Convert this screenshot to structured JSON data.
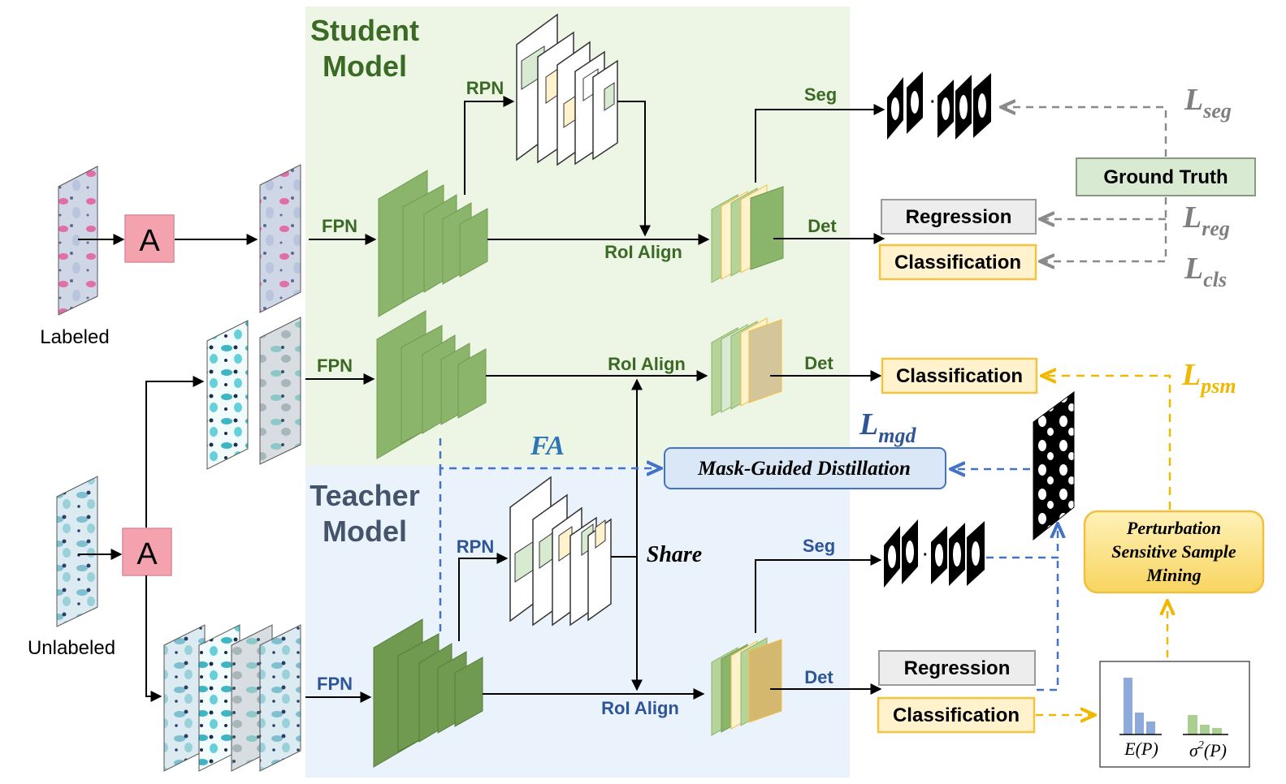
{
  "student": {
    "title_line1": "Student",
    "title_line2": "Model"
  },
  "teacher": {
    "title_line1": "Teacher",
    "title_line2": "Model"
  },
  "labels": {
    "labeled": "Labeled",
    "unlabeled": "Unlabeled",
    "aug": "A",
    "fpn": "FPN",
    "rpn": "RPN",
    "roi_align": "RoI Align",
    "seg": "Seg",
    "det": "Det",
    "share": "Share",
    "fa": "FA"
  },
  "boxes": {
    "ground_truth": "Ground Truth",
    "regression": "Regression",
    "classification": "Classification",
    "mgd": "Mask-Guided Distillation",
    "psm_line1": "Perturbation",
    "psm_line2": "Sensitive Sample",
    "psm_line3": "Mining"
  },
  "losses": {
    "seg": {
      "main": "L",
      "sub": "seg"
    },
    "reg": {
      "main": "L",
      "sub": "reg"
    },
    "cls": {
      "main": "L",
      "sub": "cls"
    },
    "psm": {
      "main": "L",
      "sub": "psm"
    },
    "mgd": {
      "main": "L",
      "sub": "mgd"
    }
  },
  "stats": {
    "mean": "E(P)",
    "var_sigma": "σ",
    "var_exp": "2",
    "var_rest": "(P)"
  },
  "colors": {
    "student_bg": "#edf5e4",
    "teacher_bg": "#eaf2fb",
    "student_text": "#3b6a25",
    "teacher_text": "#44546a",
    "fpn_green": "#8bb56a",
    "gray_loss": "#7f7f7f",
    "yellow": "#f5c242",
    "blue_dash": "#4472c4",
    "aug_pink": "#f4a3ae"
  }
}
